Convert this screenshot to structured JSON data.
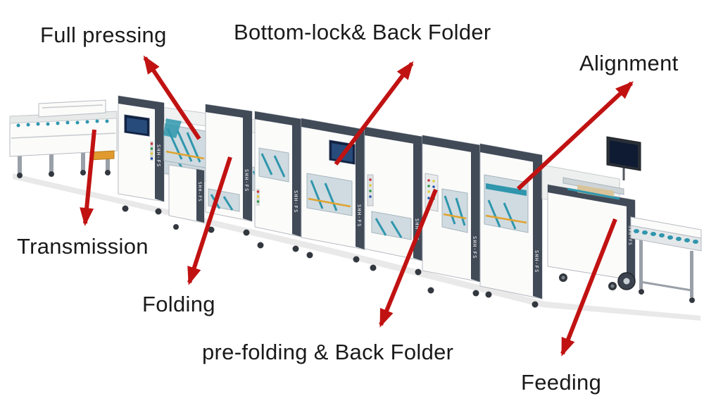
{
  "labels": {
    "full_pressing": "Full pressing",
    "bottom_lock_back_folder": "Bottom-lock& Back Folder",
    "alignment": "Alignment",
    "transmission": "Transmission",
    "folding": "Folding",
    "pre_folding_back_folder": "pre-folding & Back Folder",
    "feeding": "Feeding"
  },
  "machine": {
    "brand_label": "SHH-FS"
  },
  "colors": {
    "arrow": "#C11212",
    "label_text": "#1A1A1A",
    "machine_dark": "#414A57",
    "machine_teal": "#2F96AD",
    "background": "#FFFFFF"
  }
}
